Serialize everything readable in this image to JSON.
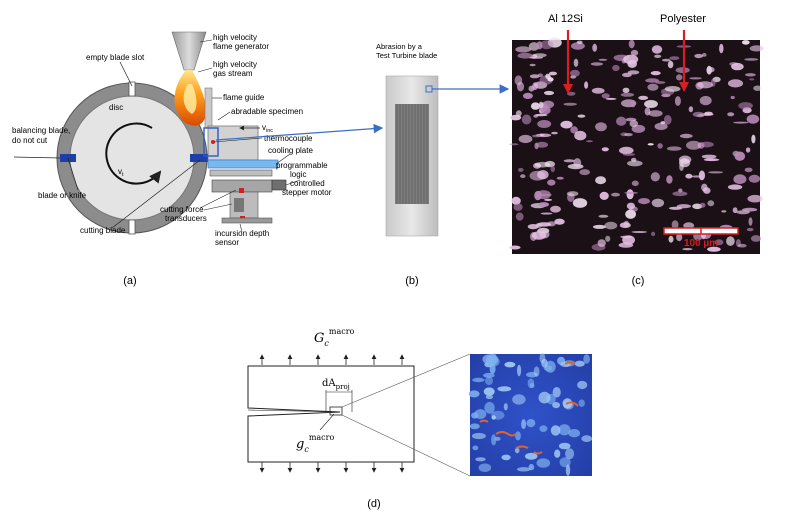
{
  "panel_a": {
    "labels": {
      "empty_blade_slot": "empty blade slot",
      "disc": "disc",
      "high_velocity_flame_generator_1": "high velocity",
      "high_velocity_flame_generator_2": "flame generator",
      "high_velocity_gas_stream_1": "high velocity",
      "high_velocity_gas_stream_2": "gas stream",
      "flame_guide": "flame guide",
      "abradable_specimen": "abradable specimen",
      "v_inc": "v",
      "v_inc_sub": "inc",
      "thermocouple": "thermocouple",
      "balancing_blade_1": "balancing blade,",
      "balancing_blade_2": "do not cut",
      "v_t": "v",
      "v_t_sub": "t",
      "cooling_plate": "cooling plate",
      "programmable_1": "programmable",
      "programmable_2": "logic",
      "programmable_3": "controlled",
      "programmable_4": "stepper motor",
      "blade_or_knife": "blade or knife",
      "cutting_force_1": "cutting force",
      "cutting_force_2": "transducers",
      "cutting_blade": "cutting blade",
      "incursion_1": "incursion depth",
      "incursion_2": "sensor"
    },
    "caption": "(a)"
  },
  "panel_b": {
    "label_1": "Abrasion by a",
    "label_2": "Test Turbine blade",
    "caption": "(b)"
  },
  "panel_c": {
    "label_al": "Al 12Si",
    "label_polyester": "Polyester",
    "scale_bar": "100 µm",
    "caption": "(c)"
  },
  "panel_d": {
    "G_macro": "G",
    "G_macro_sub": "c",
    "G_macro_sup": "macro",
    "dA": "dA",
    "dA_sub": "proj",
    "g_macro": "g",
    "g_macro_sub": "c",
    "g_macro_sup": "macro",
    "caption": "(d)"
  },
  "colors": {
    "arrow_blue": "#3a6fc4",
    "micro_bg": "#2b47b8",
    "red_marker": "#d81e1e",
    "disc_gray": "#8a8a8a"
  }
}
